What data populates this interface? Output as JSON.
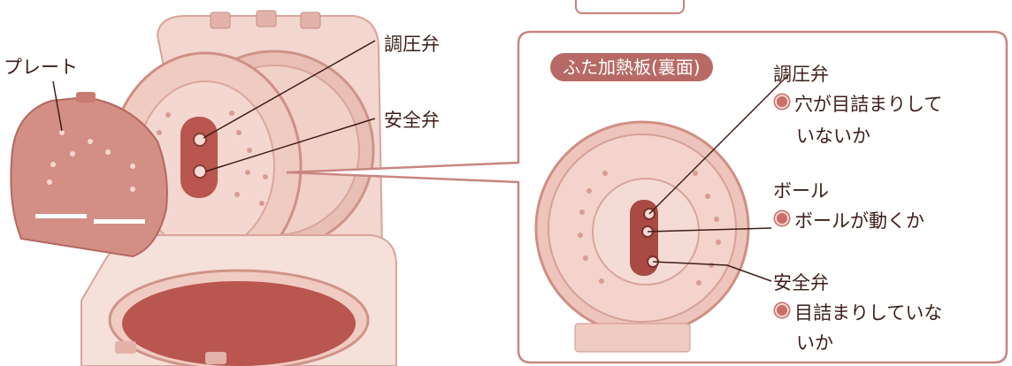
{
  "labels": {
    "plate": "プレート",
    "pressure_valve": "調圧弁",
    "safety_valve": "安全弁"
  },
  "inset": {
    "title": "ふた加熱板(裏面)",
    "pressure_valve": {
      "label": "調圧弁",
      "check_line1": "穴が目詰まりして",
      "check_line2": "いないか"
    },
    "ball": {
      "label": "ボール",
      "check": "ボールが動くか"
    },
    "safety_valve": {
      "label": "安全弁",
      "check_line1": "目詰まりしていな",
      "check_line2": "いか"
    }
  },
  "colors": {
    "accent": "#b76a65",
    "photo_tint": "#e8b7ad",
    "text": "#3d1e1a"
  }
}
